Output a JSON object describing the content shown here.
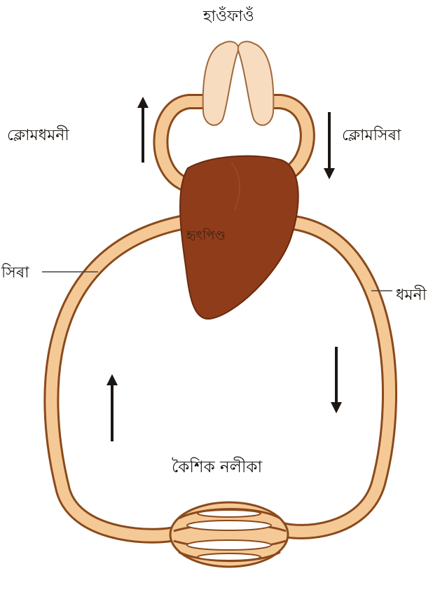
{
  "labels": {
    "lungs": "হাওঁফাওঁ",
    "gill_artery": "ক্লোমধমনী",
    "gill_vein": "ক্লোমসিৰা",
    "vein": "সিৰা",
    "artery": "ধমনী",
    "heart": "হৃৎপিণ্ড",
    "capillary": "কৈশিক নলীকা"
  },
  "colors": {
    "vessel_fill": "#f5c996",
    "vessel_edge": "#8a4a1c",
    "heart": "#8e3c1a",
    "lung_fill": "#f7dcc0",
    "arrow": "#1d1714",
    "leader_line": "#444444"
  },
  "arrows": {
    "gill_artery": "up",
    "gill_vein": "down",
    "systemic_artery": "down",
    "systemic_vein": "up"
  }
}
